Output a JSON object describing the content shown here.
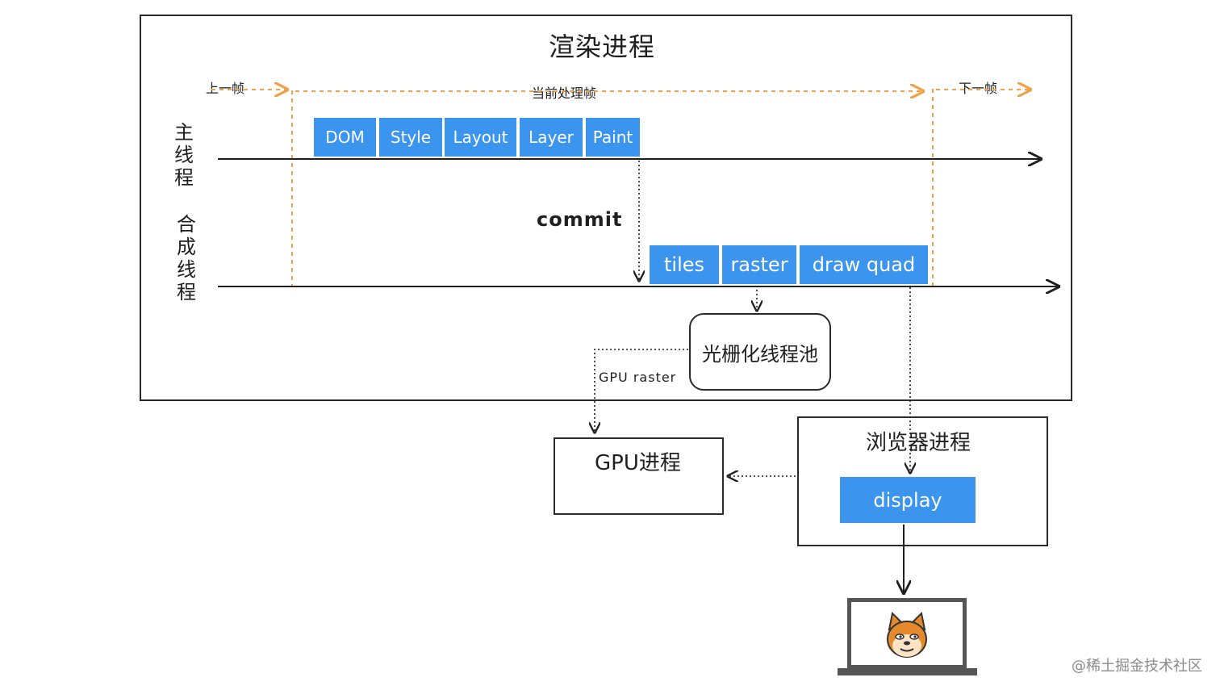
{
  "title": "渲染进程",
  "frames": {
    "prev": "上一帧",
    "current": "当前处理帧",
    "next": "下一帧"
  },
  "main_thread": {
    "label_chars": [
      "主",
      "线",
      "程"
    ],
    "stages": [
      "DOM",
      "Style",
      "Layout",
      "Layer",
      "Paint"
    ]
  },
  "compositor_thread": {
    "label_chars": [
      "合",
      "成",
      "线",
      "程"
    ],
    "stages": [
      "tiles",
      "raster",
      "draw quad"
    ]
  },
  "commit_label": "commit",
  "raster_pool": "光栅化线程池",
  "gpu_raster_label": "GPU raster",
  "gpu_process": "GPU进程",
  "browser_process": {
    "title": "浏览器进程",
    "display": "display"
  },
  "watermark": "@稀土掘金技术社区",
  "colors": {
    "stage_fill": "#3b95ee",
    "frame_dash": "#f0a24a",
    "line": "#1f1f1f"
  }
}
